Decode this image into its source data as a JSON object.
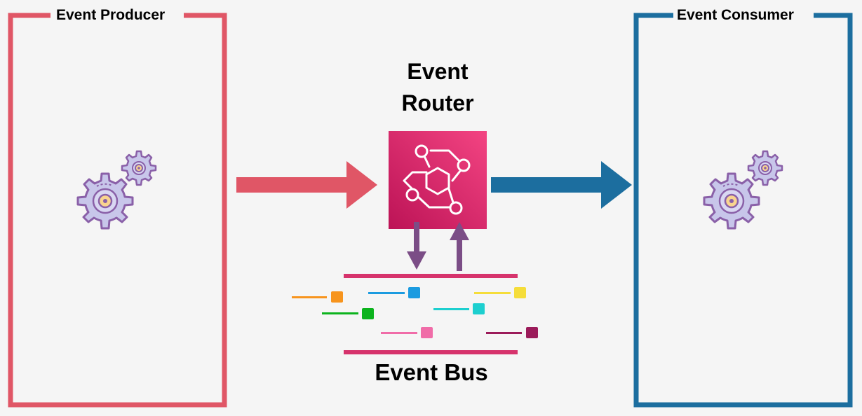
{
  "producer": {
    "label": "Event Producer",
    "color": "#e05666",
    "icon": "gears-icon"
  },
  "consumer": {
    "label": "Event Consumer",
    "color": "#1c6e9f",
    "icon": "gears-icon"
  },
  "router": {
    "title_line1": "Event",
    "title_line2": "Router",
    "icon": "eventbridge-icon",
    "gradient_top": "#f34482",
    "gradient_bottom": "#bc1356"
  },
  "bus": {
    "title": "Event Bus",
    "rail_color": "#d6336c",
    "event_colors": [
      "#f7941d",
      "#1b9be0",
      "#f5dd3a",
      "#0cb31d",
      "#1dcfcf",
      "#f06ca8",
      "#9b1b5a"
    ]
  },
  "arrows": {
    "producer_to_router_color": "#e05666",
    "router_to_consumer_color": "#1c6e9f",
    "bus_arrow_color": "#7b4d86"
  },
  "gear_colors": {
    "fill": "#c8c6ea",
    "stroke": "#8a60a8",
    "center": "#f9d48f"
  }
}
